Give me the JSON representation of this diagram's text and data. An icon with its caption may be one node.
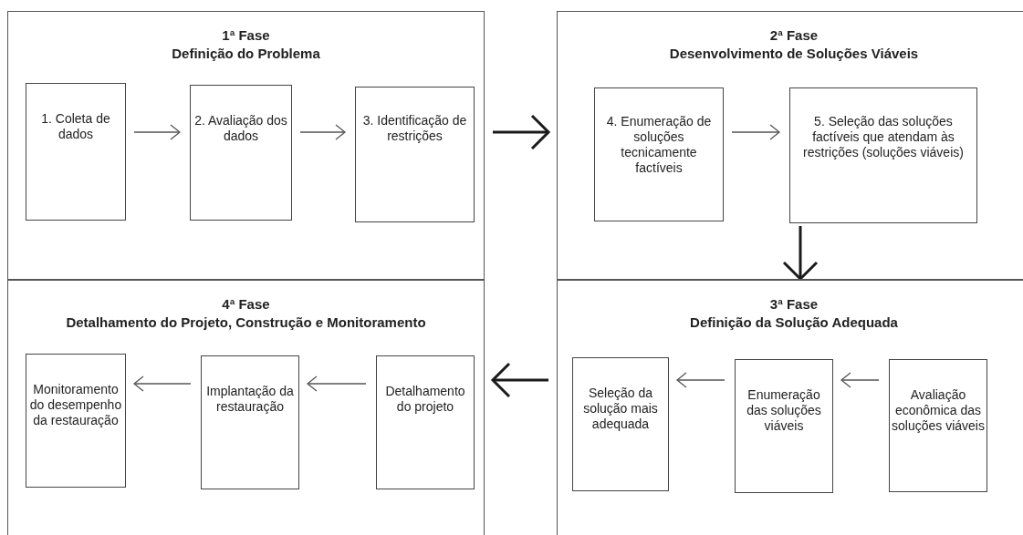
{
  "diagram": {
    "nodes": [
      {
        "text": [
          "1ª Fase",
          "Definição do Problema"
        ]
      },
      {
        "text": [
          "1. Coleta de dados"
        ],
        "in": 0
      },
      {
        "text": [
          "2. Avaliação dos dados"
        ],
        "in": 0
      },
      {
        "text": [
          "3. Identificação de restrições"
        ],
        "in": 0
      },
      {
        "text": [
          "2ª Fase",
          "Desenvolvimento de Soluções Viáveis"
        ]
      },
      {
        "text": [
          "4. Enumeração de soluções tecnicamente factíveis"
        ],
        "in": 4
      },
      {
        "text": [
          "5. Seleção das soluções factíveis que atendam às restrições (soluções viáveis)"
        ],
        "in": 4
      },
      {
        "text": [
          "3ª Fase",
          "Definição da Solução Adequada"
        ]
      },
      {
        "text": [
          "Avaliação econômica das soluções viáveis"
        ],
        "in": 7
      },
      {
        "text": [
          "Enumeração das soluções viáveis"
        ],
        "in": 7
      },
      {
        "text": [
          "Seleção da solução mais adequada"
        ],
        "in": 7
      },
      {
        "text": [
          "4ª Fase",
          "Detalhamento do Projeto, Construção e Monitoramento"
        ]
      },
      {
        "text": [
          "Detalhamento do projeto"
        ],
        "in": 11
      },
      {
        "text": [
          "Implantação da restauração"
        ],
        "in": 11
      },
      {
        "text": [
          "Monitoramento do desempenho da restauração"
        ],
        "in": 11
      }
    ],
    "edges": [
      {
        "from": 1,
        "to": 2,
        "arrow": "to"
      },
      {
        "from": 2,
        "to": 3,
        "arrow": "to"
      },
      {
        "from": 0,
        "to": 4,
        "arrow": "to",
        "style": "thick"
      },
      {
        "from": 5,
        "to": 6,
        "arrow": "to"
      },
      {
        "from": 6,
        "to": 7,
        "arrow": "to",
        "style": "thick"
      },
      {
        "from": 8,
        "to": 9,
        "arrow": "to"
      },
      {
        "from": 9,
        "to": 10,
        "arrow": "to"
      },
      {
        "from": 7,
        "to": 11,
        "arrow": "to",
        "style": "thick"
      },
      {
        "from": 12,
        "to": 13,
        "arrow": "to"
      },
      {
        "from": 13,
        "to": 14,
        "arrow": "to"
      }
    ]
  }
}
